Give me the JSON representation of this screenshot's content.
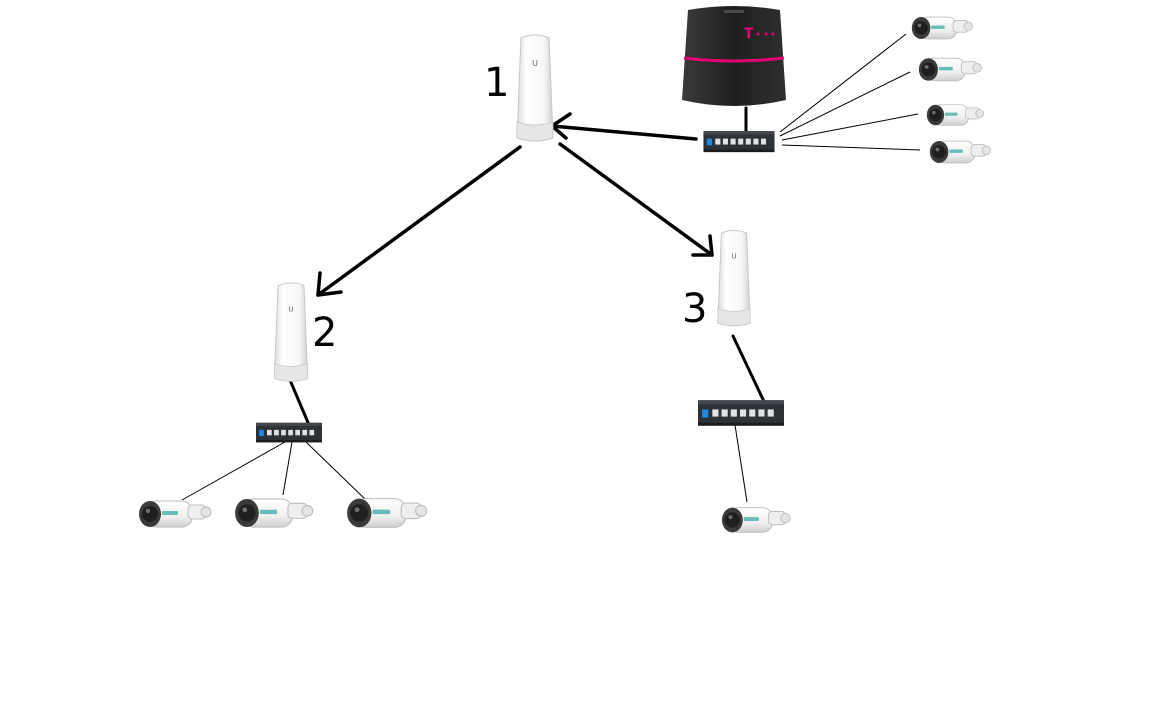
{
  "diagram": {
    "nodes": {
      "ap1": {
        "label": "1"
      },
      "ap2": {
        "label": "2"
      },
      "ap3": {
        "label": "3"
      }
    },
    "colors": {
      "background": "#ffffff",
      "router_body": "#2b2b2b",
      "router_accent": "#e20074",
      "switch_body": "#2e3136",
      "switch_ports": "#dfe3e8",
      "switch_badge": "#1e88e5",
      "ap_body": "#f2f2f2",
      "camera_body": "#f4f4f4",
      "camera_lens": "#1f1f1f",
      "line": "#000000"
    },
    "icons": [
      "router-icon",
      "access-point-icon",
      "network-switch-icon",
      "bullet-camera-icon",
      "arrow-icon"
    ]
  }
}
